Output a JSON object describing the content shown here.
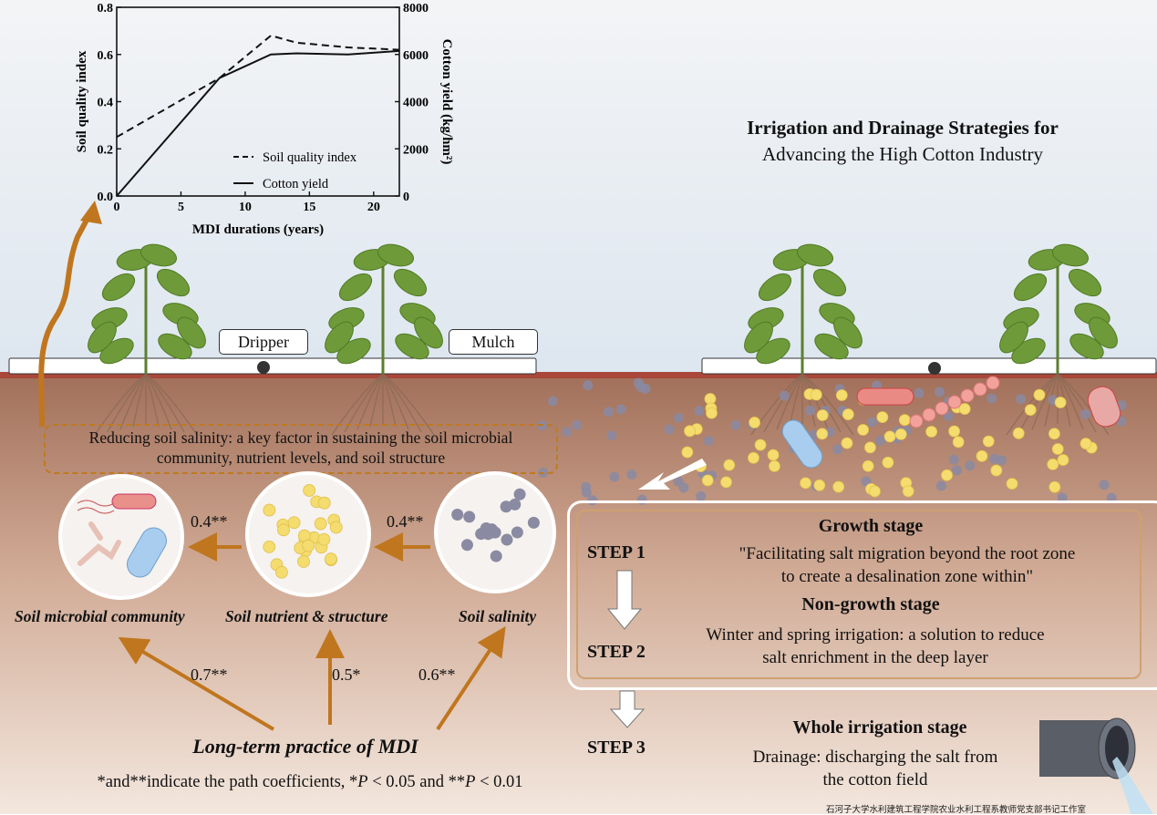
{
  "title": {
    "line1": "Irrigation and Drainage Strategies for",
    "line2": "Advancing the High Cotton Industry"
  },
  "labels": {
    "dripper": "Dripper",
    "mulch": "Mulch"
  },
  "reduce_box": {
    "line1": "Reducing soil salinity: a key factor in sustaining the soil microbial",
    "line2": "community, nutrient levels, and soil structure"
  },
  "circles": {
    "microbial": "Soil microbial community",
    "nutrient": "Soil nutrient & structure",
    "salinity": "Soil salinity"
  },
  "coefficients": {
    "nutrient_to_microbial": "0.4**",
    "salinity_to_nutrient": "0.4**",
    "mdi_to_microbial": "0.7**",
    "mdi_to_nutrient": "0.5*",
    "mdi_to_salinity": "0.6**"
  },
  "mdi_label": "Long-term practice of MDI",
  "footnote": {
    "part1": "*and**indicate the path coefficients, *",
    "p1": "P",
    "part2": " < 0.05 and **",
    "p2": "P",
    "part3": " < 0.01"
  },
  "steps": {
    "step1": "STEP 1",
    "step2": "STEP 2",
    "step3": "STEP 3",
    "growth_stage": "Growth stage",
    "growth_text1": "\"Facilitating salt migration beyond the root zone",
    "growth_text2": "to create a desalination zone within\"",
    "nongrowth_stage": "Non-growth stage",
    "nongrowth_text1": "Winter and spring irrigation: a solution to reduce",
    "nongrowth_text2": "salt enrichment in the deep layer",
    "whole_stage": "Whole irrigation  stage",
    "whole_text1": "Drainage: discharging the salt from",
    "whole_text2": "the cotton field"
  },
  "credit": "石河子大学水利建筑工程学院农业水利工程系教师党支部书记工作室",
  "colors": {
    "sky_top": "#f0f2f5",
    "sky_bottom": "#dfe8f1",
    "soil_surface": "#a9473a",
    "soil_top": "#a5725a",
    "soil_bottom": "#f1e4db",
    "arrow_orange": "#c0761e",
    "salt_grey": "#8a8aa2",
    "nutrient_yellow": "#f4dc6e",
    "plant_green": "#6e9a3a"
  },
  "chart_data": {
    "type": "line",
    "xlabel": "MDI durations (years)",
    "ylabel": "Soil quality index",
    "y2label": "Cotton yield (kg/hm²)",
    "xlim": [
      0,
      22
    ],
    "ylim": [
      0,
      0.8
    ],
    "y2lim": [
      0,
      8000
    ],
    "xticks": [
      "0",
      "5",
      "10",
      "15",
      "20"
    ],
    "yticks": [
      "0.0",
      "0.2",
      "0.4",
      "0.6",
      "0.8"
    ],
    "y2ticks": [
      "0",
      "2000",
      "4000",
      "6000",
      "8000"
    ],
    "legend_position": "bottom-right",
    "series": [
      {
        "name": "Soil quality index",
        "style": "dashed",
        "axis": "left",
        "x": [
          0,
          8,
          12,
          14,
          18,
          22
        ],
        "y": [
          0.25,
          0.5,
          0.68,
          0.65,
          0.63,
          0.62
        ]
      },
      {
        "name": "Cotton yield",
        "style": "solid",
        "axis": "right",
        "x": [
          0,
          8,
          12,
          14,
          18,
          22
        ],
        "y": [
          0,
          5000,
          6000,
          6050,
          6000,
          6150
        ]
      }
    ]
  }
}
